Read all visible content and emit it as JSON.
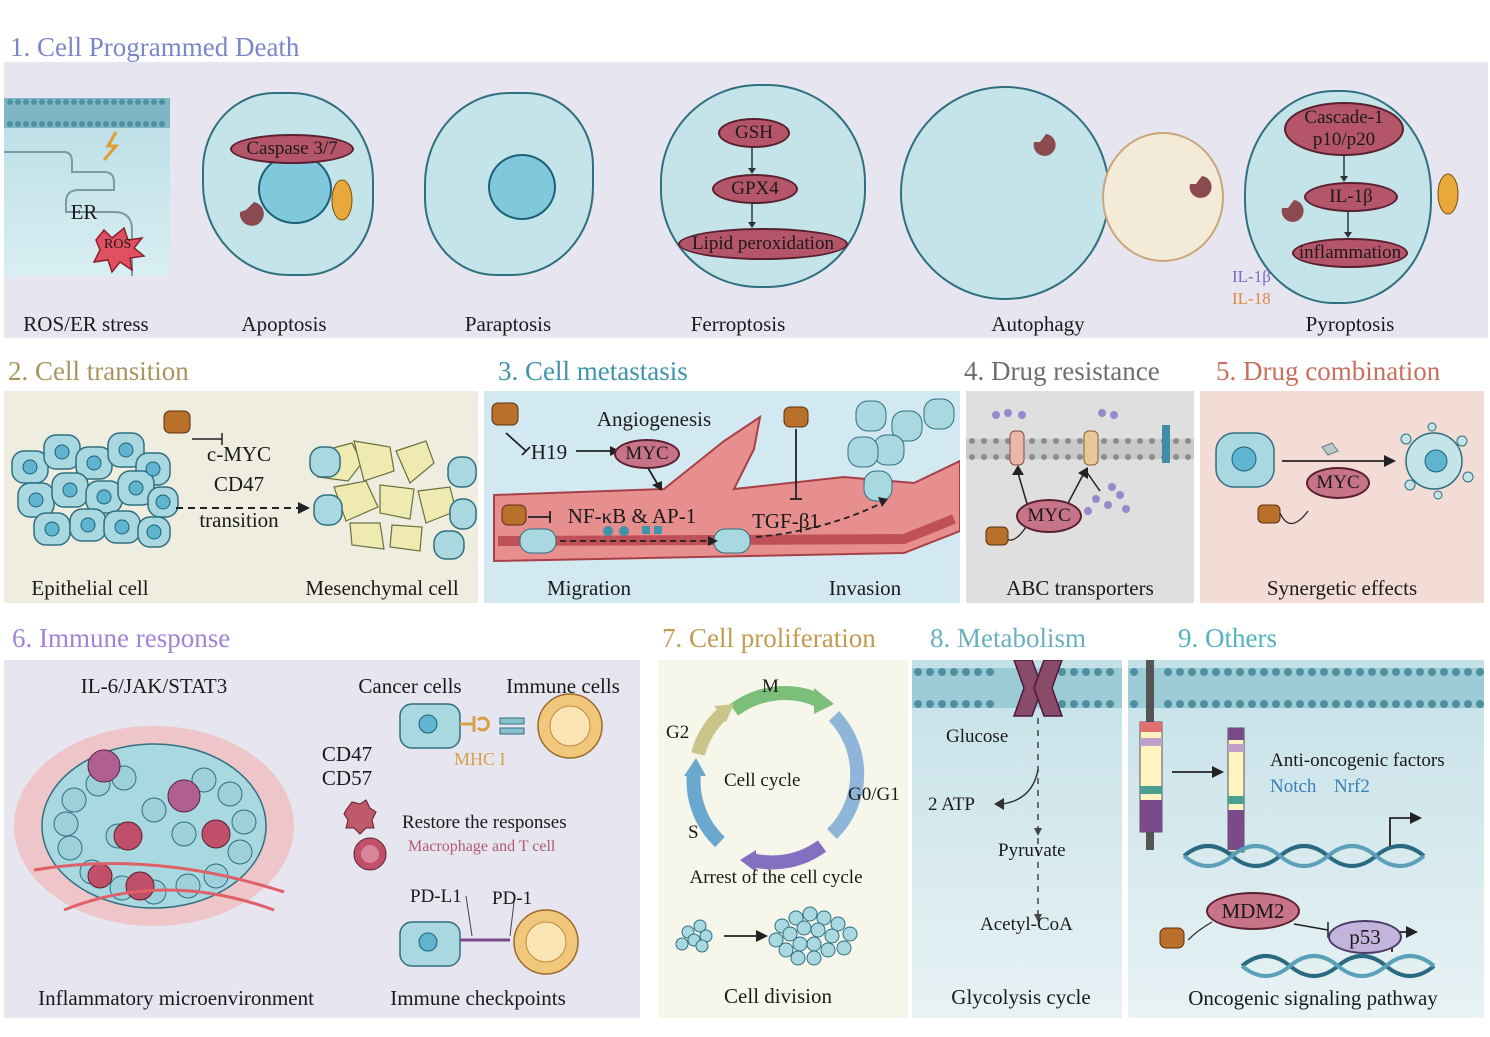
{
  "sections": {
    "s1": {
      "title": "1. Cell Programmed Death",
      "color": "#7b86c8"
    },
    "s2": {
      "title": "2. Cell transition",
      "color": "#a8955e"
    },
    "s3": {
      "title": "3. Cell metastasis",
      "color": "#3f93ab"
    },
    "s4": {
      "title": "4. Drug resistance",
      "color": "#6e6e6e"
    },
    "s5": {
      "title": "5. Drug combination",
      "color": "#c8705e"
    },
    "s6": {
      "title": "6. Immune response",
      "color": "#a283d6"
    },
    "s7": {
      "title": "7. Cell proliferation",
      "color": "#c49a52"
    },
    "s8": {
      "title": "8. Metabolism",
      "color": "#6ab0c0"
    },
    "s9": {
      "title": "9. Others",
      "color": "#55b2c0"
    }
  },
  "death": {
    "ros_er": {
      "label": "ROS/ER stress",
      "er": "ER",
      "ros": "ROS"
    },
    "apoptosis": {
      "label": "Apoptosis",
      "caspase": "Caspase 3/7"
    },
    "paraptosis": {
      "label": "Paraptosis"
    },
    "ferroptosis": {
      "label": "Ferroptosis",
      "gsh": "GSH",
      "gpx4": "GPX4",
      "lipid": "Lipid peroxidation"
    },
    "autophagy": {
      "label": "Autophagy"
    },
    "pyroptosis": {
      "label": "Pyroptosis",
      "cascade_1": "Cascade-1",
      "cascade_2": "p10/p20",
      "il1b": "IL-1β",
      "inflammation": "inflammation",
      "cyto_1": "IL-1β",
      "cyto_2": "IL-18"
    }
  },
  "transition": {
    "marker_1": "c-MYC",
    "marker_2": "CD47",
    "marker_3": "transition",
    "left": "Epithelial cell",
    "right": "Mesenchymal cell"
  },
  "metastasis": {
    "angiogenesis": "Angiogenesis",
    "h19": "H19",
    "myc": "MYC",
    "nfkb": "NF-κB & AP-1",
    "tgfb": "TGF-β1",
    "migration": "Migration",
    "invasion": "Invasion"
  },
  "resistance": {
    "myc": "MYC",
    "label": "ABC transporters"
  },
  "combination": {
    "myc": "MYC",
    "label": "Synergetic effects"
  },
  "immune": {
    "pathway": "IL-6/JAK/STAT3",
    "micro": "Inflammatory microenvironment",
    "cancer_cells": "Cancer cells",
    "immune_cells": "Immune cells",
    "mhc": "MHC I",
    "cd47": "CD47",
    "cd57": "CD57",
    "restore": "Restore the responses",
    "restore_sub": "Macrophage and T cell",
    "pdl1": "PD-L1",
    "pd1": "PD-1",
    "checkpoints": "Immune checkpoints"
  },
  "proliferation": {
    "m": "M",
    "g2": "G2",
    "g0g1": "G0/G1",
    "s": "S",
    "center": "Cell cycle",
    "arrest": "Arrest of the cell cycle",
    "division": "Cell division"
  },
  "metabolism": {
    "glucose": "Glucose",
    "atp": "2 ATP",
    "pyruvate": "Pyruvate",
    "acetyl": "Acetyl-CoA",
    "label": "Glycolysis cycle"
  },
  "others": {
    "anti": "Anti-oncogenic factors",
    "notch": "Notch",
    "nrf2": "Nrf2",
    "mdm2": "MDM2",
    "p53": "p53",
    "label": "Oncogenic signaling pathway"
  }
}
